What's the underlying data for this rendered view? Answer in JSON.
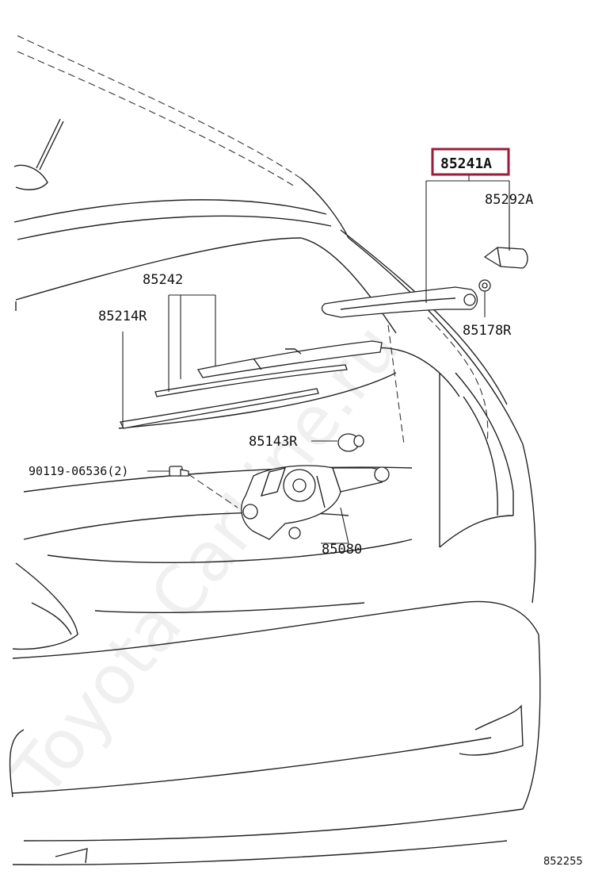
{
  "diagram": {
    "highlight_color": "#9b1b3a",
    "figure_number": "852255",
    "watermark": "ToyotaCarLine.ru",
    "parts": [
      {
        "id": "arm",
        "label": "85241A",
        "highlighted": true
      },
      {
        "id": "cap",
        "label": "85292A"
      },
      {
        "id": "blade",
        "label": "85242"
      },
      {
        "id": "rubber",
        "label": "85214R"
      },
      {
        "id": "nut",
        "label": "85178R"
      },
      {
        "id": "grommet",
        "label": "85143R"
      },
      {
        "id": "bolt",
        "label": "90119-06536(2)"
      },
      {
        "id": "motor",
        "label": "85080"
      }
    ]
  }
}
